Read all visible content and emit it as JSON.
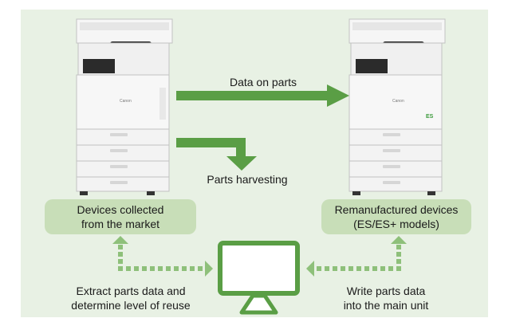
{
  "labels": {
    "data_on_parts": "Data on parts",
    "parts_harvesting": "Parts harvesting",
    "collected_devices": "Devices collected\nfrom the market",
    "remanufactured_devices": "Remanufactured devices\n(ES/ES+ models)",
    "extract": "Extract parts data and\ndetermine level of reuse",
    "write": "Write parts data\ninto the main unit"
  },
  "printer": {
    "brand_mark": "Canon",
    "es_badge": "ES"
  },
  "colors": {
    "background": "#e8f1e4",
    "label_box": "#c8deb8",
    "arrow_green": "#5a9e45",
    "dotted_green": "#8ec07a",
    "printer_body": "#f3f3f3",
    "printer_outline": "#bdbdbd"
  }
}
